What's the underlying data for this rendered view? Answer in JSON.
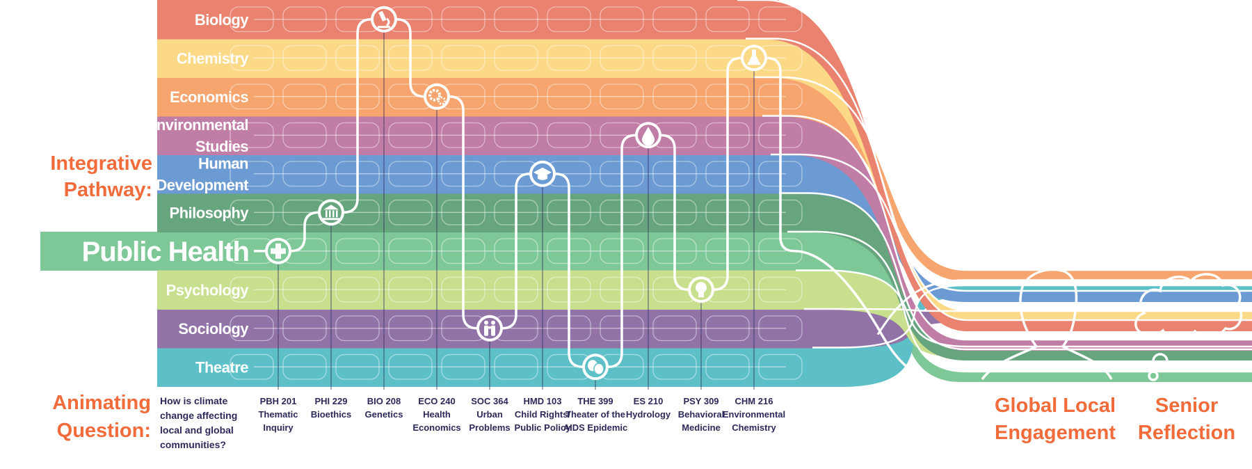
{
  "headings": {
    "pathway": [
      "Integrative",
      "Pathway:"
    ],
    "question": [
      "Animating",
      "Question:"
    ],
    "engagement": [
      "Global Local",
      "Engagement"
    ],
    "reflection": [
      "Senior",
      "Reflection"
    ]
  },
  "featured_discipline": "Public Health",
  "animating_question": [
    "How is climate",
    "change affecting",
    "local and global",
    "communities?"
  ],
  "disciplines": [
    {
      "name": [
        "Biology"
      ],
      "color": "#E9826F"
    },
    {
      "name": [
        "Chemistry"
      ],
      "color": "#FBD986"
    },
    {
      "name": [
        "Economics"
      ],
      "color": "#F6A56E"
    },
    {
      "name": [
        "Environmental",
        "Studies"
      ],
      "color": "#C07DA6"
    },
    {
      "name": [
        "Human",
        "Development"
      ],
      "color": "#6B9BD2"
    },
    {
      "name": [
        "Philosophy"
      ],
      "color": "#67A57F"
    },
    {
      "name": [
        "Public Health"
      ],
      "color": "#7EC898"
    },
    {
      "name": [
        "Psychology"
      ],
      "color": "#C8E08E"
    },
    {
      "name": [
        "Sociology"
      ],
      "color": "#9173A8"
    },
    {
      "name": [
        "Theatre"
      ],
      "color": "#5DC0C8"
    }
  ],
  "courses": [
    {
      "code": "PBH 201",
      "title": [
        "Thematic",
        "Inquiry"
      ],
      "discipline": "Public Health",
      "icon": "plus-icon"
    },
    {
      "code": "PHI 229",
      "title": [
        "Bioethics"
      ],
      "discipline": "Philosophy",
      "icon": "museum-icon"
    },
    {
      "code": "BIO 208",
      "title": [
        "Genetics"
      ],
      "discipline": "Biology",
      "icon": "microscope-icon"
    },
    {
      "code": "ECO 240",
      "title": [
        "Health",
        "Economics"
      ],
      "discipline": "Economics",
      "icon": "gears-icon"
    },
    {
      "code": "SOC 364",
      "title": [
        "Urban",
        "Problems"
      ],
      "discipline": "Sociology",
      "icon": "people-icon"
    },
    {
      "code": "HMD 103",
      "title": [
        "Child Rights/",
        "Public Policy"
      ],
      "discipline": "Human Development",
      "icon": "graduation-cap-icon"
    },
    {
      "code": "THE 399",
      "title": [
        "Theater of the",
        "AIDS Epidemic"
      ],
      "discipline": "Theatre",
      "icon": "theater-masks-icon"
    },
    {
      "code": "ES 210",
      "title": [
        "Hydrology"
      ],
      "discipline": "Environmental Studies",
      "icon": "water-drop-icon"
    },
    {
      "code": "PSY 309",
      "title": [
        "Behavioral",
        "Medicine"
      ],
      "discipline": "Psychology",
      "icon": "lightbulb-icon"
    },
    {
      "code": "CHM 216",
      "title": [
        "Environmental",
        "Chemistry"
      ],
      "discipline": "Chemistry",
      "icon": "flask-icon"
    }
  ]
}
